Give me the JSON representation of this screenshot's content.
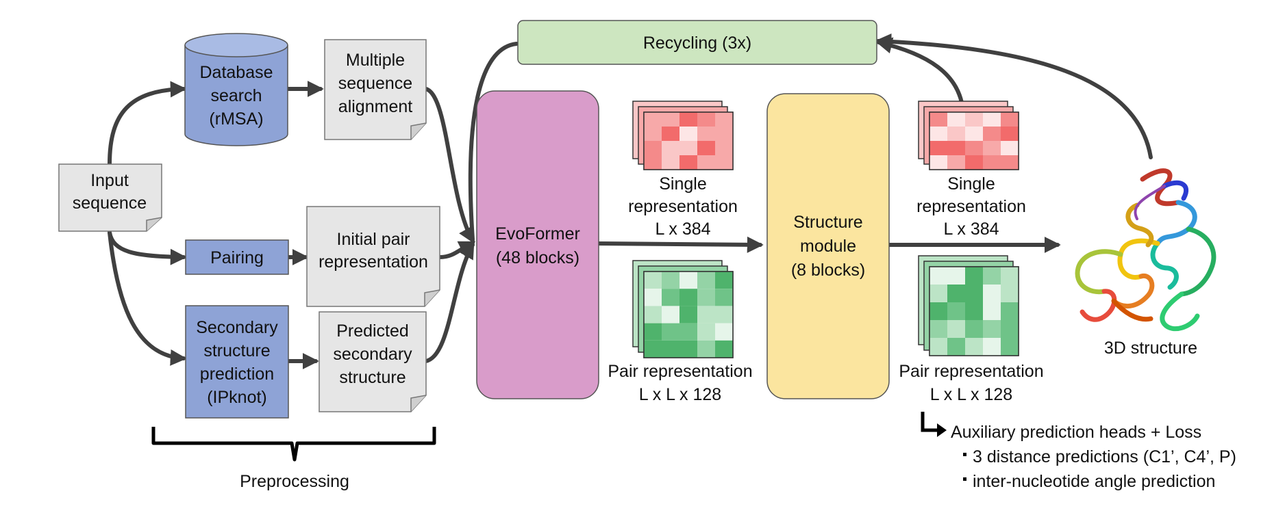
{
  "nodes": {
    "input_sequence": [
      "Input",
      "sequence"
    ],
    "database_search": [
      "Database",
      "search",
      "(rMSA)"
    ],
    "msa": [
      "Multiple",
      "sequence",
      "alignment"
    ],
    "pairing": [
      "Pairing"
    ],
    "initial_pair": [
      "Initial pair",
      "representation"
    ],
    "secondary_pred": [
      "Secondary",
      "structure",
      "prediction",
      "(IPknot)"
    ],
    "predicted_secondary": [
      "Predicted",
      "secondary",
      "structure"
    ],
    "evoformer": [
      "EvoFormer",
      "(48 blocks)"
    ],
    "structure_module": [
      "Structure",
      "module",
      "(8 blocks)"
    ],
    "recycling": [
      "Recycling (3x)"
    ],
    "structure_3d": [
      "3D structure"
    ]
  },
  "representations": {
    "single_1": [
      "Single",
      "representation",
      "L x 384"
    ],
    "pair_1": [
      "Pair representation",
      "L x L x 128"
    ],
    "single_2": [
      "Single",
      "representation",
      "L x 384"
    ],
    "pair_2": [
      "Pair representation",
      "L x L x 128"
    ]
  },
  "preprocessing_label": "Preprocessing",
  "auxiliary": {
    "title": "Auxiliary prediction heads + Loss",
    "items": [
      "3 distance predictions (C1’, C4’, P)",
      "inter-nucleotide angle prediction"
    ]
  },
  "colors": {
    "blue_box": "#8ea3d6",
    "gray_doc": "#e6e6e6",
    "evoformer": "#d99cca",
    "structure_module": "#fbe59f",
    "recycling": "#cde6c0",
    "arrow": "#404040",
    "red_cells": [
      "#f26b6b",
      "#f48a8a",
      "#f7a9a9",
      "#fac7c7",
      "#fde6e6"
    ],
    "green_cells": [
      "#4fb36c",
      "#6fc388",
      "#94d3a6",
      "#bce4c6",
      "#e6f5ea"
    ]
  }
}
